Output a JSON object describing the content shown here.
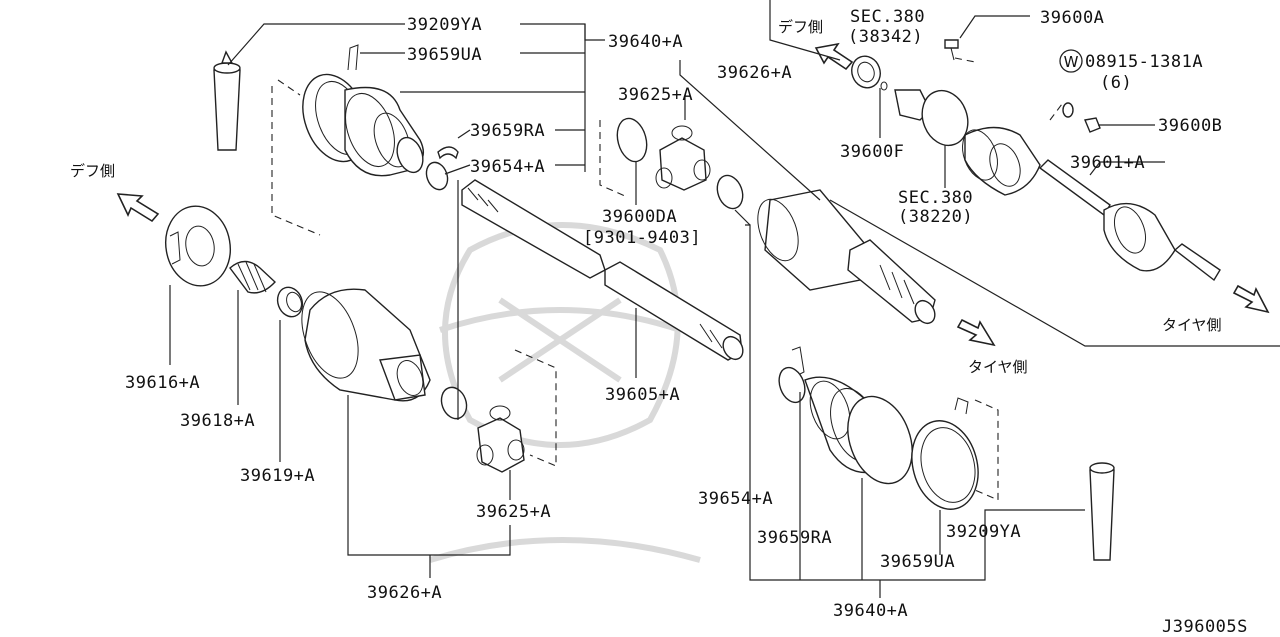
{
  "diagram": {
    "part_labels": {
      "p39209YA_top": "39209YA",
      "p39659UA_top": "39659UA",
      "p39640A_top": "39640+A",
      "p39659RA_top": "39659RA",
      "p39654A_top": "39654+A",
      "p39625A_top": "39625+A",
      "p39600DA": "39600DA",
      "range_9301_9403": "[9301-9403]",
      "p39626A_top": "39626+A",
      "p39616A": "39616+A",
      "p39618A": "39618+A",
      "p39619A": "39619+A",
      "p39605A": "39605+A",
      "p39625A_bottom": "39625+A",
      "p39626A_bottom": "39626+A",
      "p39654A_bottom": "39654+A",
      "p39659RA_bottom": "39659RA",
      "p39209YA_bottom": "39209YA",
      "p39659UA_bottom": "39659UA",
      "p39640A_bottom": "39640+A",
      "p39600A": "39600A",
      "p08915": "08915-1381A",
      "p08915_qty": "(6)",
      "p39600B": "39600B",
      "p39600F": "39600F",
      "p39601A": "39601+A",
      "sec380_top": "SEC.380",
      "sec380_top_ref": "(38342)",
      "sec380_mid": "SEC.380",
      "sec380_mid_ref": "(38220)"
    },
    "washer_symbol": "W",
    "direction_labels": {
      "diff_side_left": "デフ側",
      "diff_side_top": "デフ側",
      "tire_side_middle": "タイヤ側",
      "tire_side_right": "タイヤ側"
    },
    "diagram_code": "J396005S"
  }
}
